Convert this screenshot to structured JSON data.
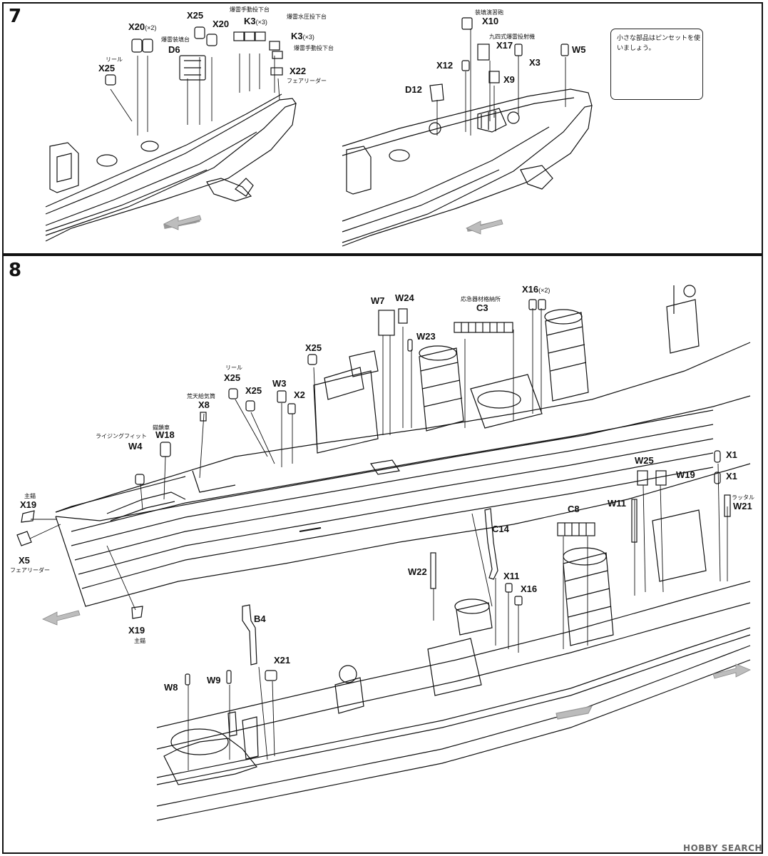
{
  "steps": {
    "step7": "7",
    "step8": "8"
  },
  "step7_labels": {
    "x20_2": "X20",
    "x20_2_mult": "(×2)",
    "x25_top": "X25",
    "x20_b": "X20",
    "k3_3a": "K3",
    "k3_3a_mult": "(×3)",
    "k3_3b": "K3",
    "k3_3b_mult": "(×3)",
    "d6": "D6",
    "x25_reel": "X25",
    "x22": "X22",
    "x10": "X10",
    "x17": "X17",
    "x12": "X12",
    "x3": "X3",
    "w5": "W5",
    "x9": "X9",
    "d12": "D12"
  },
  "step7_jp": {
    "manual_rack": "爆雷手動投下台",
    "hydraulic_rack": "爆雷水圧投下台",
    "loading_rack": "爆雷装填台",
    "manual_rack2": "爆雷手動投下台",
    "reel": "リール",
    "fairlead": "フェアリーダー",
    "practice_gun": "装填演習砲",
    "type94": "九四式爆雷投射機"
  },
  "tip": {
    "text": "小さな部品はピンセットを使いましょう。"
  },
  "step8_labels": {
    "w7": "W7",
    "w24": "W24",
    "c3": "C3",
    "x16_2": "X16",
    "x16_2_mult": "(×2)",
    "w23": "W23",
    "x25_a": "X25",
    "x25_b": "X25",
    "x25_c": "X25",
    "w3": "W3",
    "x2": "X2",
    "x8": "X8",
    "w18": "W18",
    "w4": "W4",
    "x19_a": "X19",
    "x5": "X5",
    "x19_b": "X19",
    "w25": "W25",
    "w19": "W19",
    "x1_a": "X1",
    "x1_b": "X1",
    "w21": "W21",
    "c8": "C8",
    "w11": "W11",
    "c14": "C14",
    "w22": "W22",
    "x11": "X11",
    "x16": "X16",
    "b4": "B4",
    "x21": "X21",
    "w8": "W8",
    "w9": "W9"
  },
  "step8_jp": {
    "damage_locker": "応急器材格納所",
    "reel": "リール",
    "storm_vent": "荒天給気筒",
    "capstan": "錨鎖車",
    "rising_fit": "ライジングフィット",
    "main_anchor": "主錨",
    "fairlead": "フェアリーダー",
    "main_anchor2": "主錨",
    "ladder": "ラッタル"
  },
  "watermark": "HOBBY SEARCH"
}
